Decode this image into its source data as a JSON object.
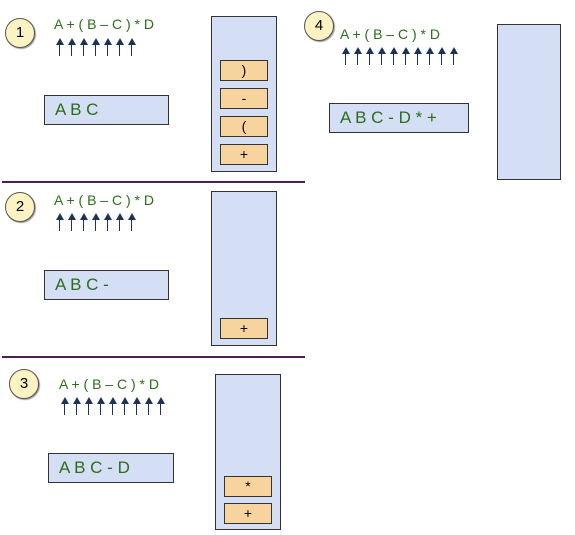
{
  "expression": "A + ( B – C ) * D",
  "panels": [
    {
      "number": "1",
      "output": "A B C",
      "stack": [
        ")",
        "-",
        "(",
        "+"
      ]
    },
    {
      "number": "2",
      "output": "A B C -",
      "stack": [
        "+"
      ]
    },
    {
      "number": "3",
      "output": "A B C - D",
      "stack": [
        "*",
        "+"
      ]
    },
    {
      "number": "4",
      "output": "A B C - D * +",
      "stack": []
    }
  ],
  "colors": {
    "expression_text": "#2a6e1a",
    "box_fill": "#d4def4",
    "stack_item_fill": "#f7d49e",
    "step_badge_fill": "#fcf3c2",
    "arrow": "#1c3355",
    "divider": "#4a2050"
  }
}
